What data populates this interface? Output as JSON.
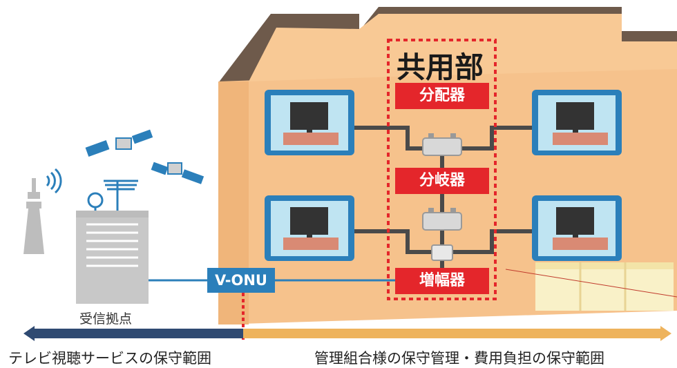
{
  "shared_area_title": "共用部",
  "equipment": {
    "splitter": "分配器",
    "brancher": "分岐器",
    "amplifier": "増幅器"
  },
  "v_onu": "V-ONU",
  "reception_base": "受信拠点",
  "scope": {
    "tv_service": "テレビ視聴サービスの保守範囲",
    "management": "管理組合様の保守管理・費用負担の保守範囲"
  },
  "colors": {
    "building": "#f6c28c",
    "building_dark": "#6e5a4b",
    "red": "#e4262b",
    "blue": "#2b7fba",
    "navy_arrow": "#2f4a72",
    "orange_arrow": "#eeb35c"
  }
}
